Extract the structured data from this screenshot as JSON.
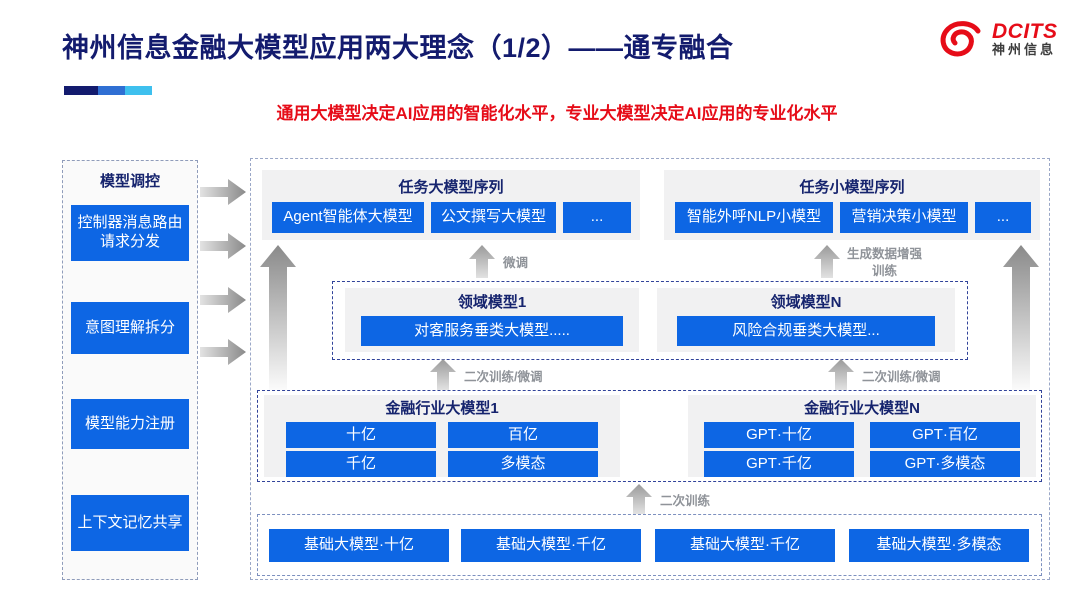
{
  "header": {
    "title": "神州信息金融大模型应用两大理念（1/2）——通专融合",
    "subtitle": "通用大模型决定AI应用的智能化水平，专业大模型决定AI应用的专业化水平",
    "logo": {
      "brand": "DCITS",
      "brand_cn": "神州信息"
    }
  },
  "colors": {
    "accent_blue": "#0d66e4",
    "navy": "#131b6e",
    "red": "#e60c18",
    "label_gray": "#8f9399",
    "deco": [
      "#131b6e",
      "#2f6fd3",
      "#3ec0ee"
    ]
  },
  "sidebar": {
    "title": "模型调控",
    "items": [
      {
        "label": "控制器消息路由请求分发"
      },
      {
        "label": "意图理解拆分"
      },
      {
        "label": "模型能力注册"
      },
      {
        "label": "上下文记忆共享"
      }
    ]
  },
  "task_large": {
    "title": "任务大模型序列",
    "items": [
      "Agent智能体大模型",
      "公文撰写大模型",
      "..."
    ]
  },
  "task_small": {
    "title": "任务小模型序列",
    "items": [
      "智能外呼NLP小模型",
      "营销决策小模型",
      "..."
    ]
  },
  "flow_labels": {
    "fine_tune": "微调",
    "gen_data_line1": "生成数据增强",
    "gen_data_line2": "训练",
    "secondary_ft_left": "二次训练/微调",
    "secondary_ft_right": "二次训练/微调",
    "secondary_train": "二次训练"
  },
  "domain_models": {
    "groups": [
      {
        "title": "领域模型1",
        "item": "对客服务垂类大模型....."
      },
      {
        "title": "领域模型N",
        "item": "风险合规垂类大模型..."
      }
    ]
  },
  "industry_models": {
    "groups": [
      {
        "title": "金融行业大模型1",
        "items": [
          "十亿",
          "百亿",
          "千亿",
          "多模态"
        ]
      },
      {
        "title": "金融行业大模型N",
        "items": [
          "GPT·十亿",
          "GPT·百亿",
          "GPT·千亿",
          "GPT·多模态"
        ]
      }
    ]
  },
  "foundation_models": {
    "items": [
      "基础大模型·十亿",
      "基础大模型·千亿",
      "基础大模型·千亿",
      "基础大模型·多模态"
    ]
  }
}
